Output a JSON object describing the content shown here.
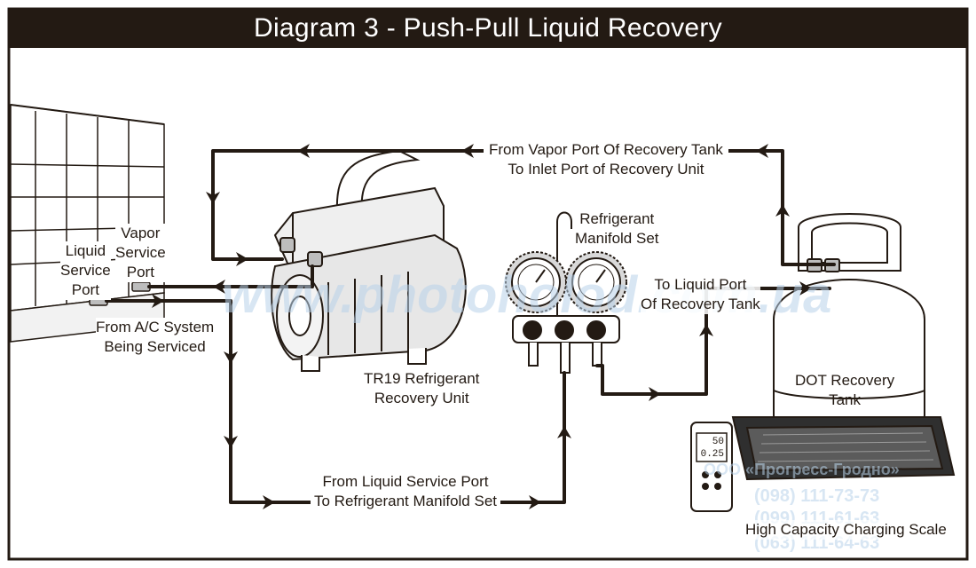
{
  "title": "Diagram 3 - Push-Pull Liquid Recovery",
  "labels": {
    "vapor_top": "From Vapor Port Of Recovery Tank",
    "vapor_bottom": "To Inlet Port of Recovery Unit",
    "manifold_1": "Refrigerant",
    "manifold_2": "Manifold Set",
    "to_liquid_1": "To Liquid Port",
    "to_liquid_2": "Of Recovery Tank",
    "vapor_service_1": "Vapor",
    "vapor_service_2": "Service",
    "vapor_service_3": "Port",
    "liquid_service_1": "Liquid",
    "liquid_service_2": "Service",
    "liquid_service_3": "Port",
    "from_ac_1": "From A/C System",
    "from_ac_2": "Being Serviced",
    "unit_1": "TR19 Refrigerant",
    "unit_2": "Recovery Unit",
    "tank_1": "DOT Recovery",
    "tank_2": "Tank",
    "liquid_line_1": "From Liquid Service Port",
    "liquid_line_2": "To Refrigerant Manifold Set",
    "scale": "High Capacity Charging Scale",
    "scale_display_1": "50",
    "scale_display_2": "0.25"
  },
  "watermark": {
    "url": "www.photoholod.com.ua",
    "company": "ООО «Прогресс-Гродно»",
    "phone_1": "(098) 111-73-73",
    "phone_2": "(099) 111-61-63",
    "phone_3": "(063) 111-64-63"
  },
  "colors": {
    "ink": "#231a13",
    "title_bg": "#231a13",
    "title_text": "#ffffff",
    "watermark": "#b9d3ea"
  }
}
